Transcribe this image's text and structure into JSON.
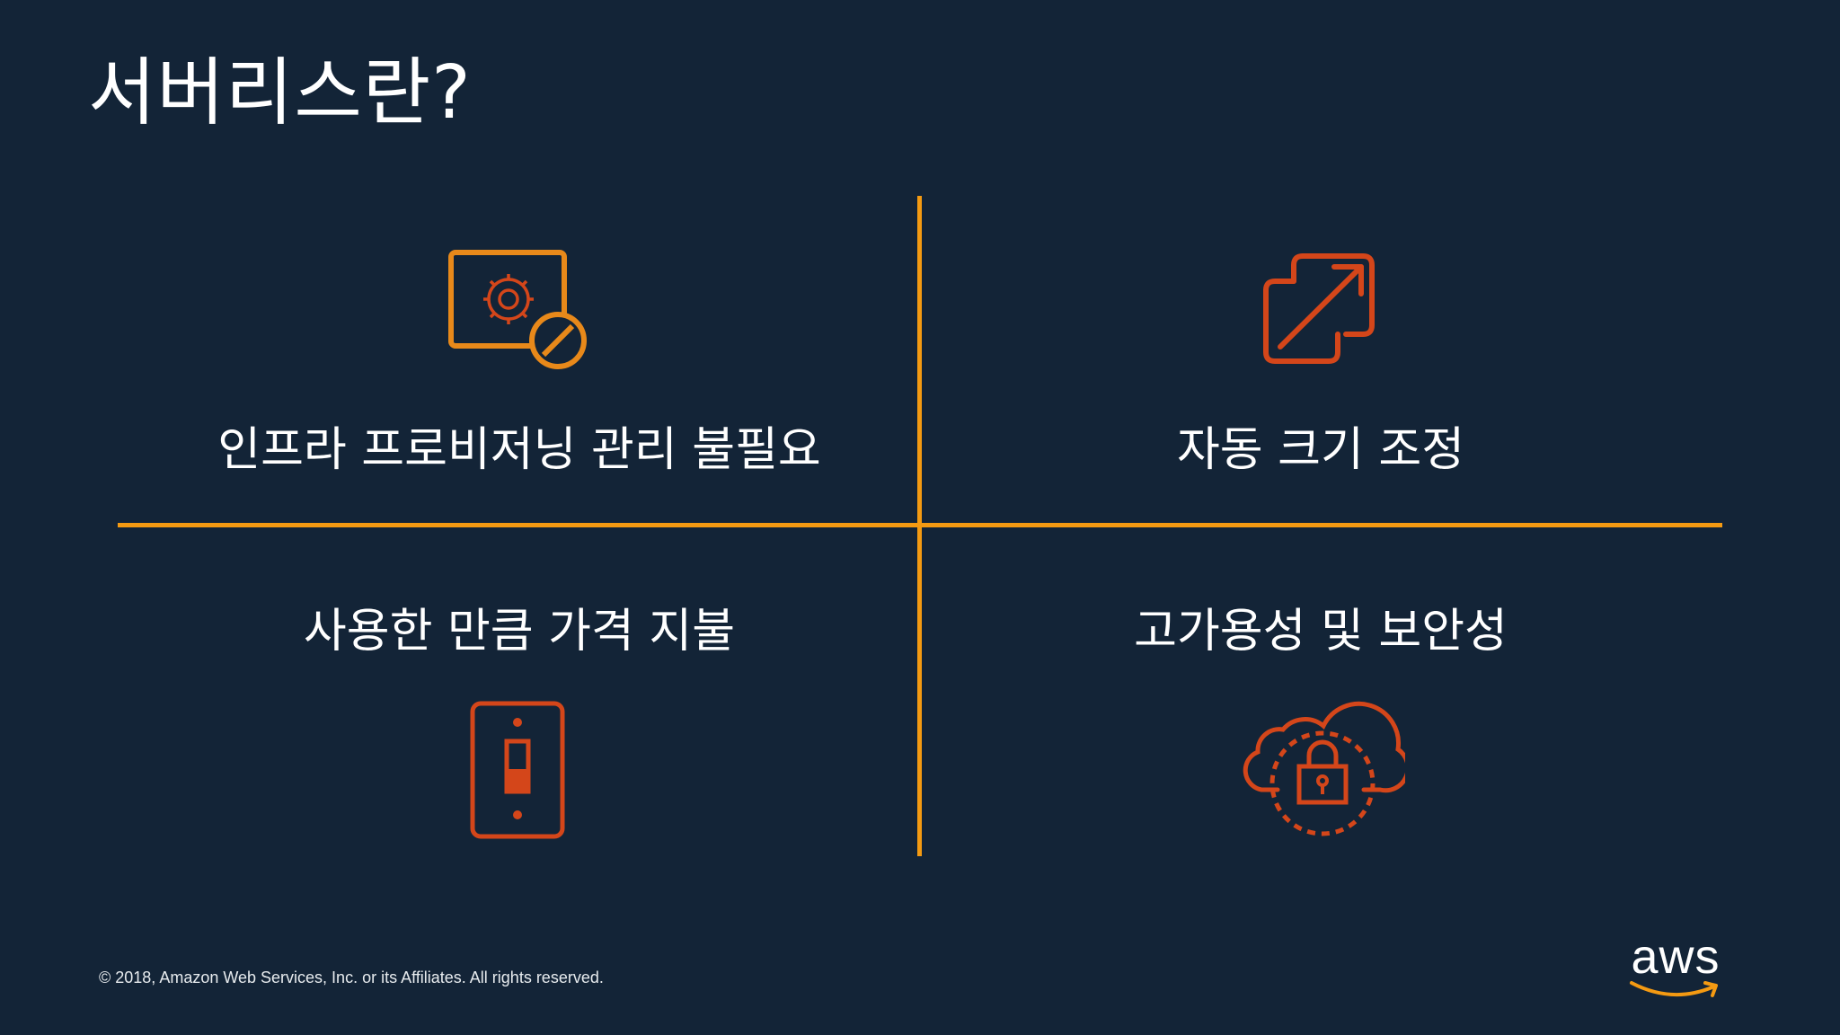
{
  "slide": {
    "title": "서버리스란?",
    "quadrants": [
      {
        "label": "인프라 프로비저닝 관리 불필요",
        "icon": "server-disabled-icon"
      },
      {
        "label": "자동 크기 조정",
        "icon": "scale-arrow-icon"
      },
      {
        "label": "사용한 만큼 가격 지불",
        "icon": "switch-icon"
      },
      {
        "label": "고가용성 및 보안성",
        "icon": "cloud-lock-icon"
      }
    ],
    "footer": "© 2018, Amazon Web Services, Inc. or its Affiliates. All rights reserved.",
    "logo_text": "aws"
  },
  "colors": {
    "background": "#132437",
    "divider": "#f49a12",
    "icon_orange": "#e8891a",
    "icon_red": "#d4461a",
    "text": "#ffffff"
  }
}
